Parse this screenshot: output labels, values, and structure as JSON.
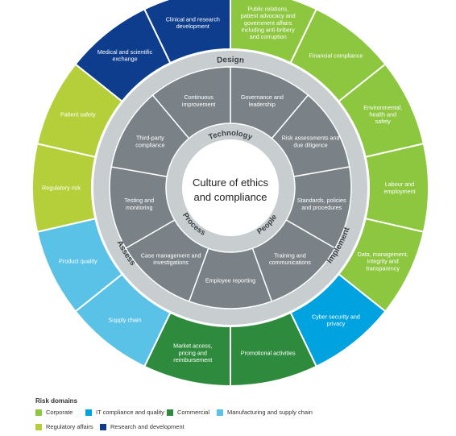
{
  "center": {
    "line1": "Culture of ethics",
    "line2": "and compliance"
  },
  "ring_labels": {
    "design": "Design",
    "implement": "Implement",
    "assess": "Assess"
  },
  "inner_labels": {
    "technology": "Technology",
    "people": "People",
    "process": "Process"
  },
  "colors": {
    "corporate": "#8dc63f",
    "it": "#00a3e0",
    "commercial": "#2e8b3d",
    "manufacturing": "#5bc2e7",
    "regulatory": "#b5cf3b",
    "research": "#0d3d8c",
    "gray": "#7a8288",
    "lightgray": "#c8cdd0"
  },
  "middle_segments": [
    {
      "lines": [
        "Governance and",
        "leadership"
      ]
    },
    {
      "lines": [
        "Risk assessments and",
        "due diligence"
      ]
    },
    {
      "lines": [
        "Standards, policies",
        "and procedures"
      ]
    },
    {
      "lines": [
        "Training and",
        "communications"
      ]
    },
    {
      "lines": [
        "Employee reporting"
      ]
    },
    {
      "lines": [
        "Case management and",
        "investigations"
      ]
    },
    {
      "lines": [
        "Testing and",
        "monitoring"
      ]
    },
    {
      "lines": [
        "Third-party",
        "compliance"
      ]
    },
    {
      "lines": [
        "Continuous",
        "improvement"
      ]
    }
  ],
  "outer_segments": [
    {
      "lines": [
        "Public relations,",
        "patient advocacy and",
        "government affairs",
        "including anti-bribery",
        "and corruption"
      ],
      "domain": "corporate"
    },
    {
      "lines": [
        "Financial compliance"
      ],
      "domain": "corporate"
    },
    {
      "lines": [
        "Environmental,",
        "health and",
        "safety"
      ],
      "domain": "corporate"
    },
    {
      "lines": [
        "Labour and",
        "employment"
      ],
      "domain": "corporate"
    },
    {
      "lines": [
        "Data, management,",
        "integrity and",
        "transparency"
      ],
      "domain": "corporate"
    },
    {
      "lines": [
        "Cyber security and",
        "privacy"
      ],
      "domain": "it"
    },
    {
      "lines": [
        "Promotional activities"
      ],
      "domain": "commercial"
    },
    {
      "lines": [
        "Market access,",
        "pricing and",
        "reimbursement"
      ],
      "domain": "commercial"
    },
    {
      "lines": [
        "Supply chain"
      ],
      "domain": "manufacturing"
    },
    {
      "lines": [
        "Product quality"
      ],
      "domain": "manufacturing"
    },
    {
      "lines": [
        "Regulatory risk"
      ],
      "domain": "regulatory"
    },
    {
      "lines": [
        "Patient safety"
      ],
      "domain": "regulatory"
    },
    {
      "lines": [
        "Medical and scientific",
        "exchange"
      ],
      "domain": "research"
    },
    {
      "lines": [
        "Clinical and research",
        "development"
      ],
      "domain": "research"
    }
  ],
  "legend": {
    "title": "Risk domains",
    "items": [
      {
        "label": "Corporate",
        "domain": "corporate"
      },
      {
        "label": "IT compliance and quality",
        "domain": "it"
      },
      {
        "label": "Commercial",
        "domain": "commercial"
      },
      {
        "label": "Manufacturing and supply chain",
        "domain": "manufacturing"
      },
      {
        "label": "Regulatory affairs",
        "domain": "regulatory"
      },
      {
        "label": "Research and development",
        "domain": "research"
      }
    ]
  }
}
